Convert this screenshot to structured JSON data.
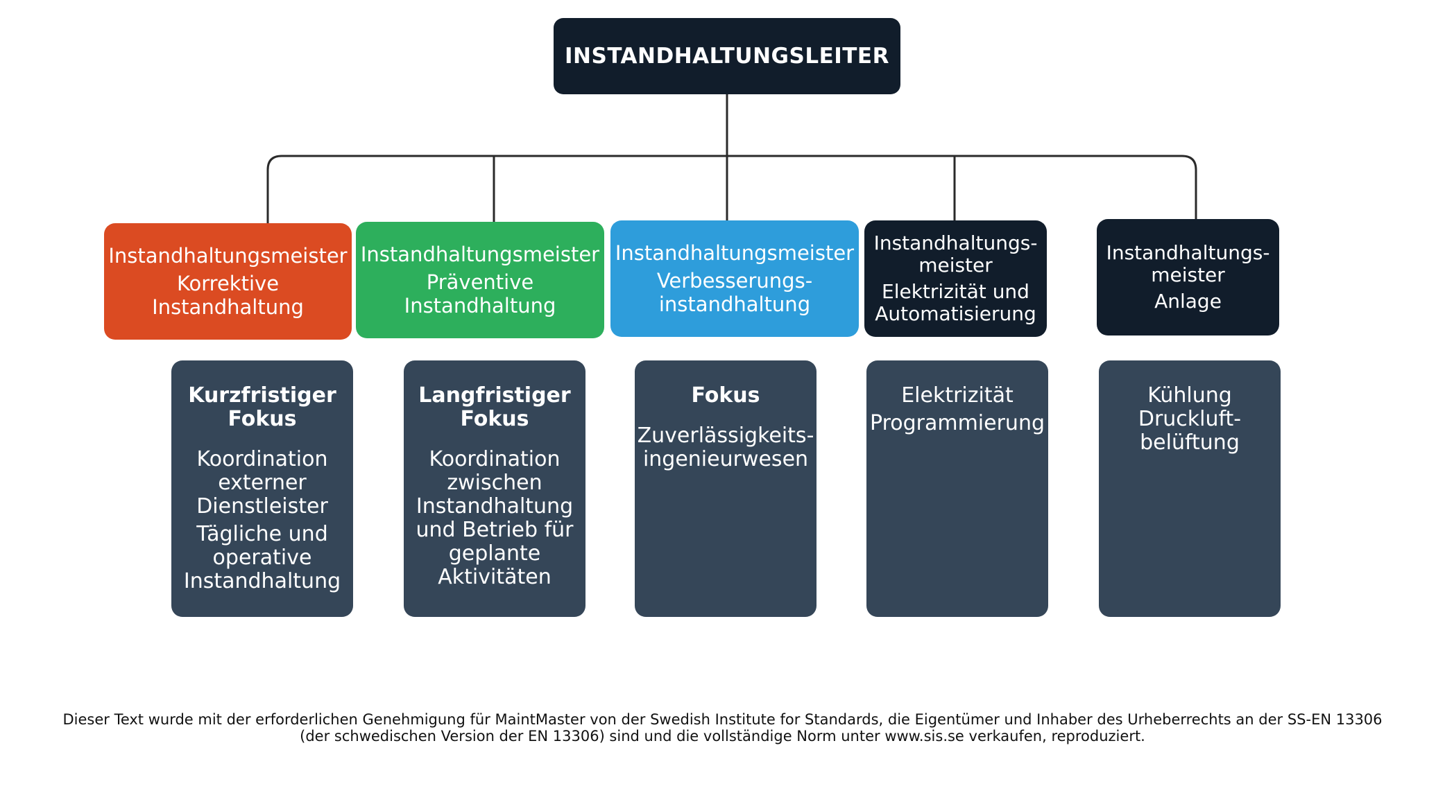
{
  "root": {
    "label": "INSTANDHALTUNGSLEITER"
  },
  "columns": [
    {
      "role": {
        "line1": "Instandhaltungsmeister",
        "line2": "Korrektive",
        "line3": "Instandhaltung"
      },
      "color": "#db4b22",
      "detail": {
        "head1": "Kurzfristiger",
        "head2": "Fokus",
        "text": [
          "Koordination",
          "externer",
          "Dienstleister",
          "Tägliche und",
          "operative",
          "Instandhaltung"
        ]
      }
    },
    {
      "role": {
        "line1": "Instandhaltungsmeister",
        "line2": "Präventive",
        "line3": "Instandhaltung"
      },
      "color": "#2daf5c",
      "detail": {
        "head1": "Langfristiger",
        "head2": "Fokus",
        "text": [
          "Koordination",
          "zwischen",
          "Instandhaltung",
          "und Betrieb für",
          "geplante",
          "Aktivitäten"
        ]
      }
    },
    {
      "role": {
        "line1": "Instandhaltungsmeister",
        "line2": "Verbesserungs-",
        "line3": "instandhaltung"
      },
      "color": "#2e9ddb",
      "detail": {
        "head1": "Fokus",
        "text": [
          "Zuverlässigkeits-",
          "ingenieurwesen"
        ]
      }
    },
    {
      "role": {
        "line1": "Instandhaltungs-",
        "line2": "meister",
        "line3": "Elektrizität und",
        "line4": "Automatisierung"
      },
      "color": "#111d2b",
      "detail": {
        "text": [
          "Elektrizität",
          "Programmierung"
        ]
      }
    },
    {
      "role": {
        "line1": "Instandhaltungs-",
        "line2": "meister",
        "line3": "Anlage"
      },
      "color": "#111d2b",
      "detail": {
        "text": [
          "Kühlung",
          "Druckluft-",
          "belüftung"
        ]
      }
    }
  ],
  "footer": {
    "line1": "Dieser Text wurde mit der erforderlichen Genehmigung für MaintMaster von der Swedish Institute for Standards, die Eigentümer und Inhaber des Urheberrechts an der SS-EN 13306",
    "line2": "(der schwedischen Version der EN 13306) sind und die vollständige Norm unter www.sis.se verkaufen, reproduziert."
  }
}
